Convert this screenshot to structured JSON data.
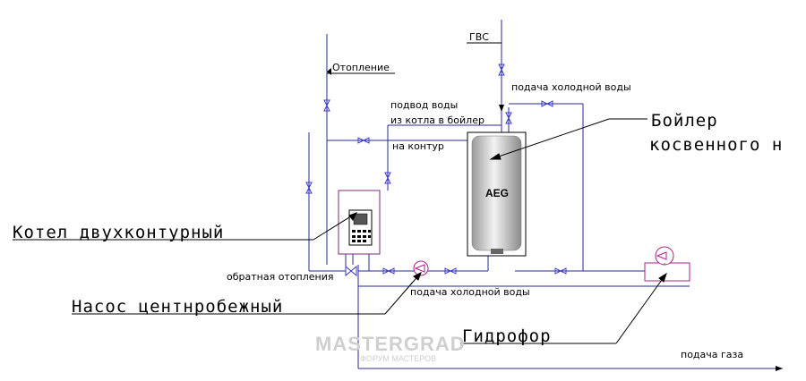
{
  "labels": {
    "gvs": "ГВС",
    "heating": "Отопление",
    "cold_supply_top": "подача холодной воды",
    "feed_line1": "подвод воды",
    "feed_line2": "из котла в бойлер",
    "to_circuit": "на контур",
    "return_heating": "обратная отопления",
    "cold_supply_bottom": "подача холодной воды",
    "gas_supply": "подача газа"
  },
  "callouts": {
    "boiler_line1": "Бойлер",
    "boiler_line2": "косвенного н",
    "boiler_dual": "Котел двухконтурный",
    "pump": "Насос центнробежный",
    "hydrophor": "Гидрофор"
  },
  "tank_brand": "AEG",
  "watermark": {
    "main": "MASTERGRAD",
    "sub": "ФОРУМ МАСТЕРОВ"
  },
  "colors": {
    "pipe": "#2a2a9a",
    "valve": "#3a3acf",
    "leader": "#000000",
    "unit_border": "#7a2a7a",
    "hydrophor": "#b0208a",
    "tank": "#d8d8d8"
  }
}
